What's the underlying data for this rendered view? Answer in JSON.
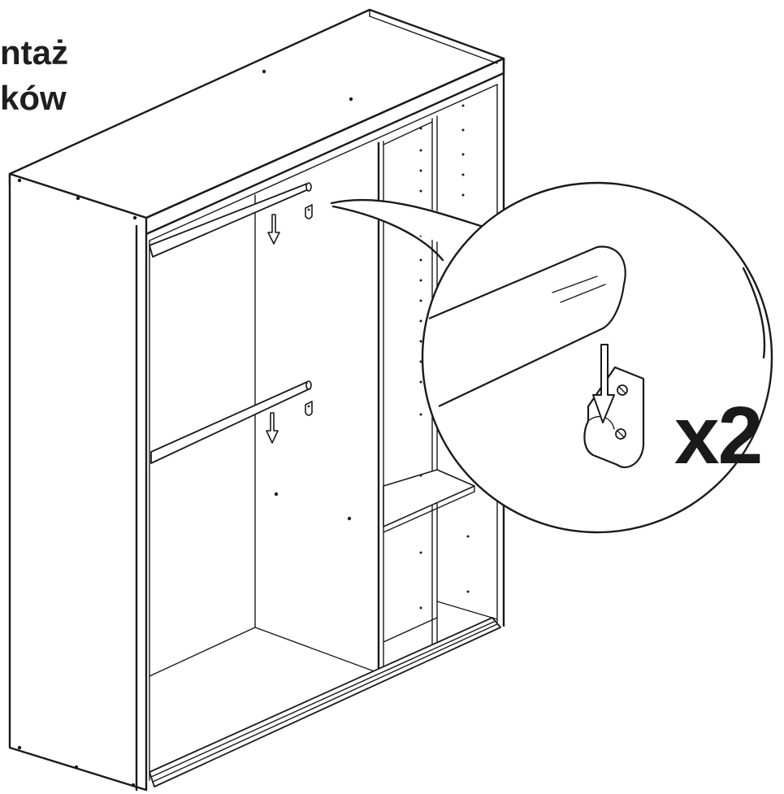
{
  "title": {
    "line1": "ntaż",
    "line2": "ków"
  },
  "quantity_label": "x2",
  "colors": {
    "ink": "#1a1a1a",
    "background": "#ffffff"
  },
  "icons": {
    "down_arrow": "arrow-down-icon",
    "rail_hook": "rail-bracket-icon"
  }
}
